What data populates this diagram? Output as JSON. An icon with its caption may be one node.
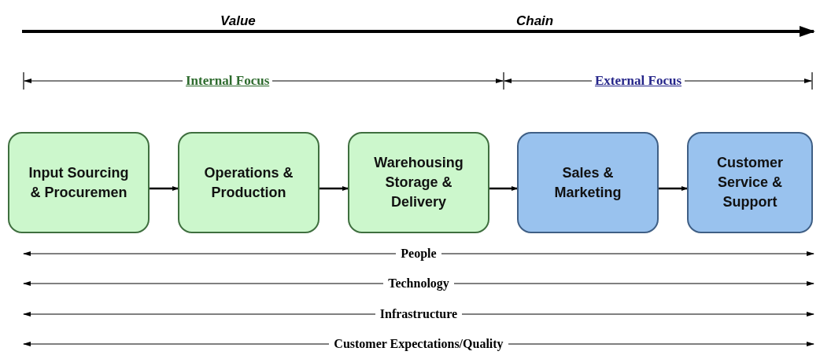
{
  "diagram": {
    "nodes": [
      {
        "text": [
          "Input Sourcing & Procuremen"
        ]
      },
      {
        "text": [
          "Operations & Production"
        ]
      },
      {
        "text": [
          "Warehousing Storage & Delivery"
        ]
      },
      {
        "text": [
          "Sales & Marketing"
        ]
      },
      {
        "text": [
          "Customer Service & Support"
        ]
      }
    ],
    "edges": [
      {
        "from": 0,
        "to": 1,
        "arrow": "to"
      },
      {
        "from": 1,
        "to": 2,
        "arrow": "to"
      },
      {
        "from": 2,
        "to": 3,
        "arrow": "to"
      },
      {
        "from": 3,
        "to": 4,
        "arrow": "to"
      }
    ],
    "labels": [
      "Value",
      "Chain",
      "Internal Focus",
      "External Focus",
      "People",
      "Technology",
      "Infrastructure",
      "Customer Expectations/Quality"
    ]
  }
}
